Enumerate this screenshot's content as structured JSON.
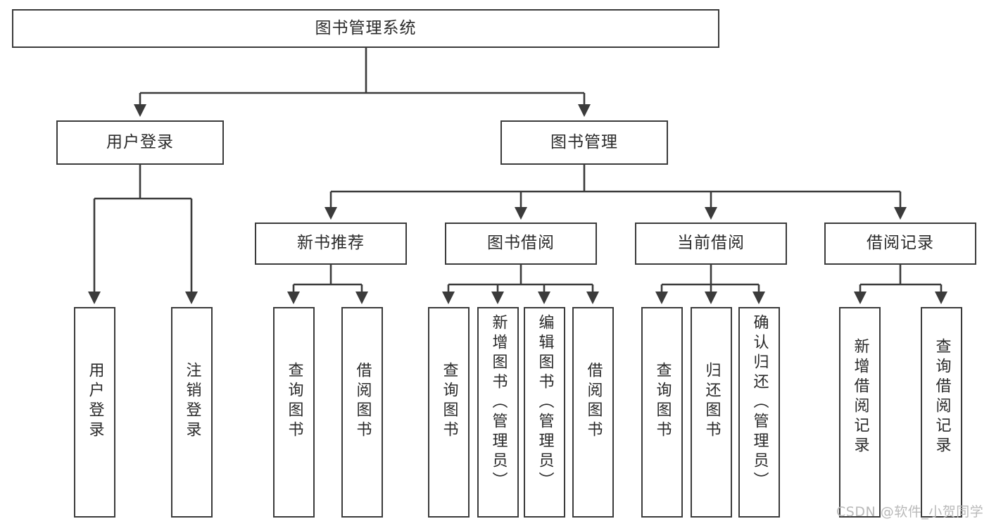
{
  "diagram": {
    "type": "tree",
    "title": "图书管理系统",
    "orientation": "top-down",
    "colors": {
      "stroke": "#3b3b3b",
      "fill": "#ffffff",
      "text": "#2a2a2a",
      "watermark": "#b9b9b9"
    },
    "root": {
      "label": "图书管理系统"
    },
    "level2": [
      {
        "label": "用户登录"
      },
      {
        "label": "图书管理"
      }
    ],
    "level3": [
      {
        "label": "新书推荐"
      },
      {
        "label": "图书借阅"
      },
      {
        "label": "当前借阅"
      },
      {
        "label": "借阅记录"
      }
    ],
    "leaves": {
      "user_login": [
        {
          "label": "用户登录"
        },
        {
          "label": "注销登录"
        }
      ],
      "new_book_recommend": [
        {
          "label": "查询图书"
        },
        {
          "label": "借阅图书"
        }
      ],
      "book_borrow": [
        {
          "label": "查询图书"
        },
        {
          "label": "新增图书（管理员）"
        },
        {
          "label": "编辑图书（管理员）"
        },
        {
          "label": "借阅图书"
        }
      ],
      "current_borrow": [
        {
          "label": "查询图书"
        },
        {
          "label": "归还图书"
        },
        {
          "label": "确认归还（管理员）"
        }
      ],
      "borrow_record": [
        {
          "label": "新增借阅记录"
        },
        {
          "label": "查询借阅记录"
        }
      ]
    }
  },
  "watermark": {
    "text": "CSDN @软件_小贺同学"
  }
}
